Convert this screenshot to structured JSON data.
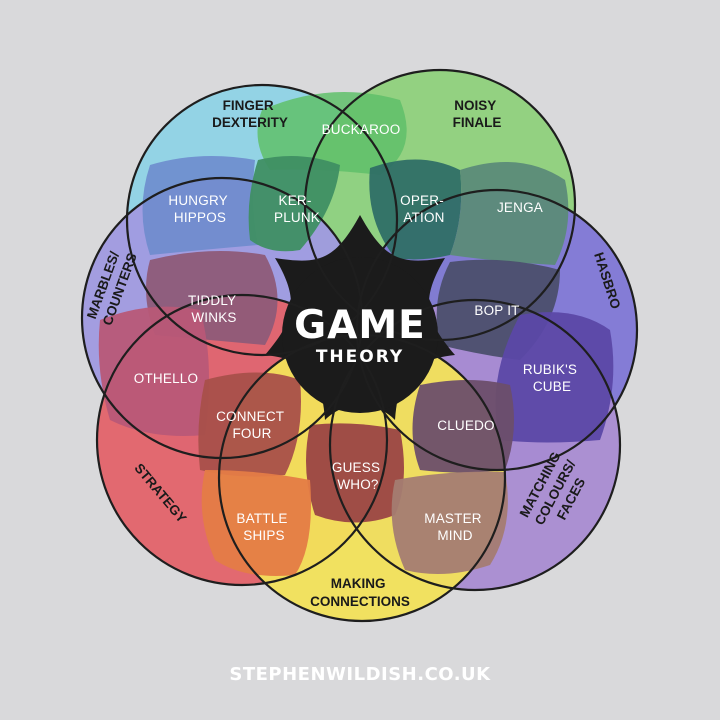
{
  "title": "GAME",
  "subtitle": "THEORY",
  "footer": "STEPHENWILDISH.CO.UK",
  "colors": {
    "background": "#d9d9db",
    "finger_dexterity": "#8fd3e6",
    "noisy_finale": "#8fd17c",
    "marbles_counters": "#a09ae0",
    "hasbro": "#7f77d6",
    "strategy": "#e3636a",
    "matching_colours_faces": "#a98cd2",
    "making_connections": "#f2e25a",
    "center": "#1b1b1b"
  },
  "categories": {
    "finger_dexterity": [
      "FINGER",
      "DEXTERITY"
    ],
    "noisy_finale": [
      "NOISY",
      "FINALE"
    ],
    "marbles_counters": [
      "MARBLES/",
      "COUNTERS"
    ],
    "hasbro": [
      "HASBRO"
    ],
    "strategy": [
      "STRATEGY"
    ],
    "matching_colours_faces": [
      "MATCHING",
      "COLOURS/",
      "FACES"
    ],
    "making_connections": [
      "MAKING",
      "CONNECTIONS"
    ]
  },
  "games": {
    "buckaroo": [
      "BUCKAROO"
    ],
    "hungry_hippos": [
      "HUNGRY",
      "HIPPOS"
    ],
    "ker_plunk": [
      "KER-",
      "PLUNK"
    ],
    "operation": [
      "OPER-",
      "ATION"
    ],
    "jenga": [
      "JENGA"
    ],
    "tiddly_winks": [
      "TIDDLY",
      "WINKS"
    ],
    "bop_it": [
      "BOP IT"
    ],
    "othello": [
      "OTHELLO"
    ],
    "rubiks_cube": [
      "RUBIK'S",
      "CUBE"
    ],
    "connect_four": [
      "CONNECT",
      "FOUR"
    ],
    "cluedo": [
      "CLUEDO"
    ],
    "guess_who": [
      "GUESS",
      "WHO?"
    ],
    "battle_ships": [
      "BATTLE",
      "SHIPS"
    ],
    "master_mind": [
      "MASTER",
      "MIND"
    ]
  }
}
